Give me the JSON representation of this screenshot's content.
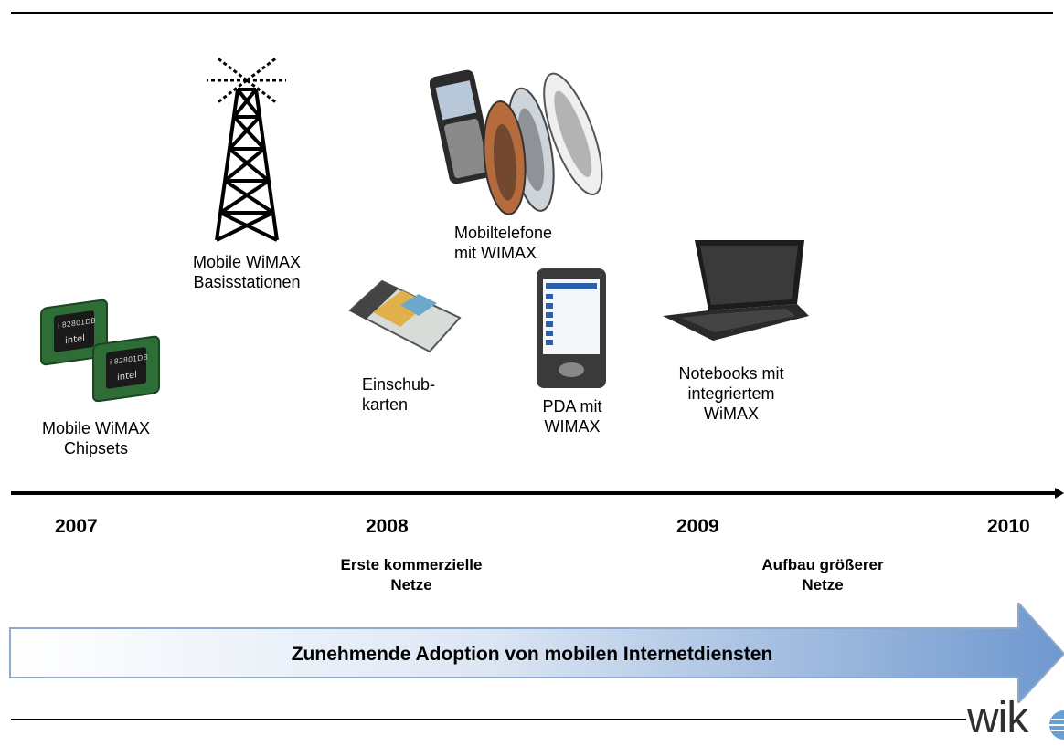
{
  "items": {
    "chipsets": "Mobile WiMAX\nChipsets",
    "basestations": "Mobile WiMAX\nBasisstationen",
    "cards": "Einschub-\nkarten",
    "phones": "Mobiltelefone\nmit WIMAX",
    "pda": "PDA mit\nWIMAX",
    "notebooks": "Notebooks mit\nintegriertem\nWiMAX"
  },
  "timeline": {
    "years": [
      "2007",
      "2008",
      "2009",
      "2010"
    ],
    "milestones": [
      "Erste kommerzielle\nNetze",
      "Aufbau größerer\nNetze"
    ]
  },
  "banner": "Zunehmende Adoption von mobilen Internetdiensten",
  "logo": "wik",
  "colors": {
    "arrow_start": "#ffffff",
    "arrow_end": "#6f98cf",
    "chip": "#2e6e36",
    "tower": "#000000"
  }
}
